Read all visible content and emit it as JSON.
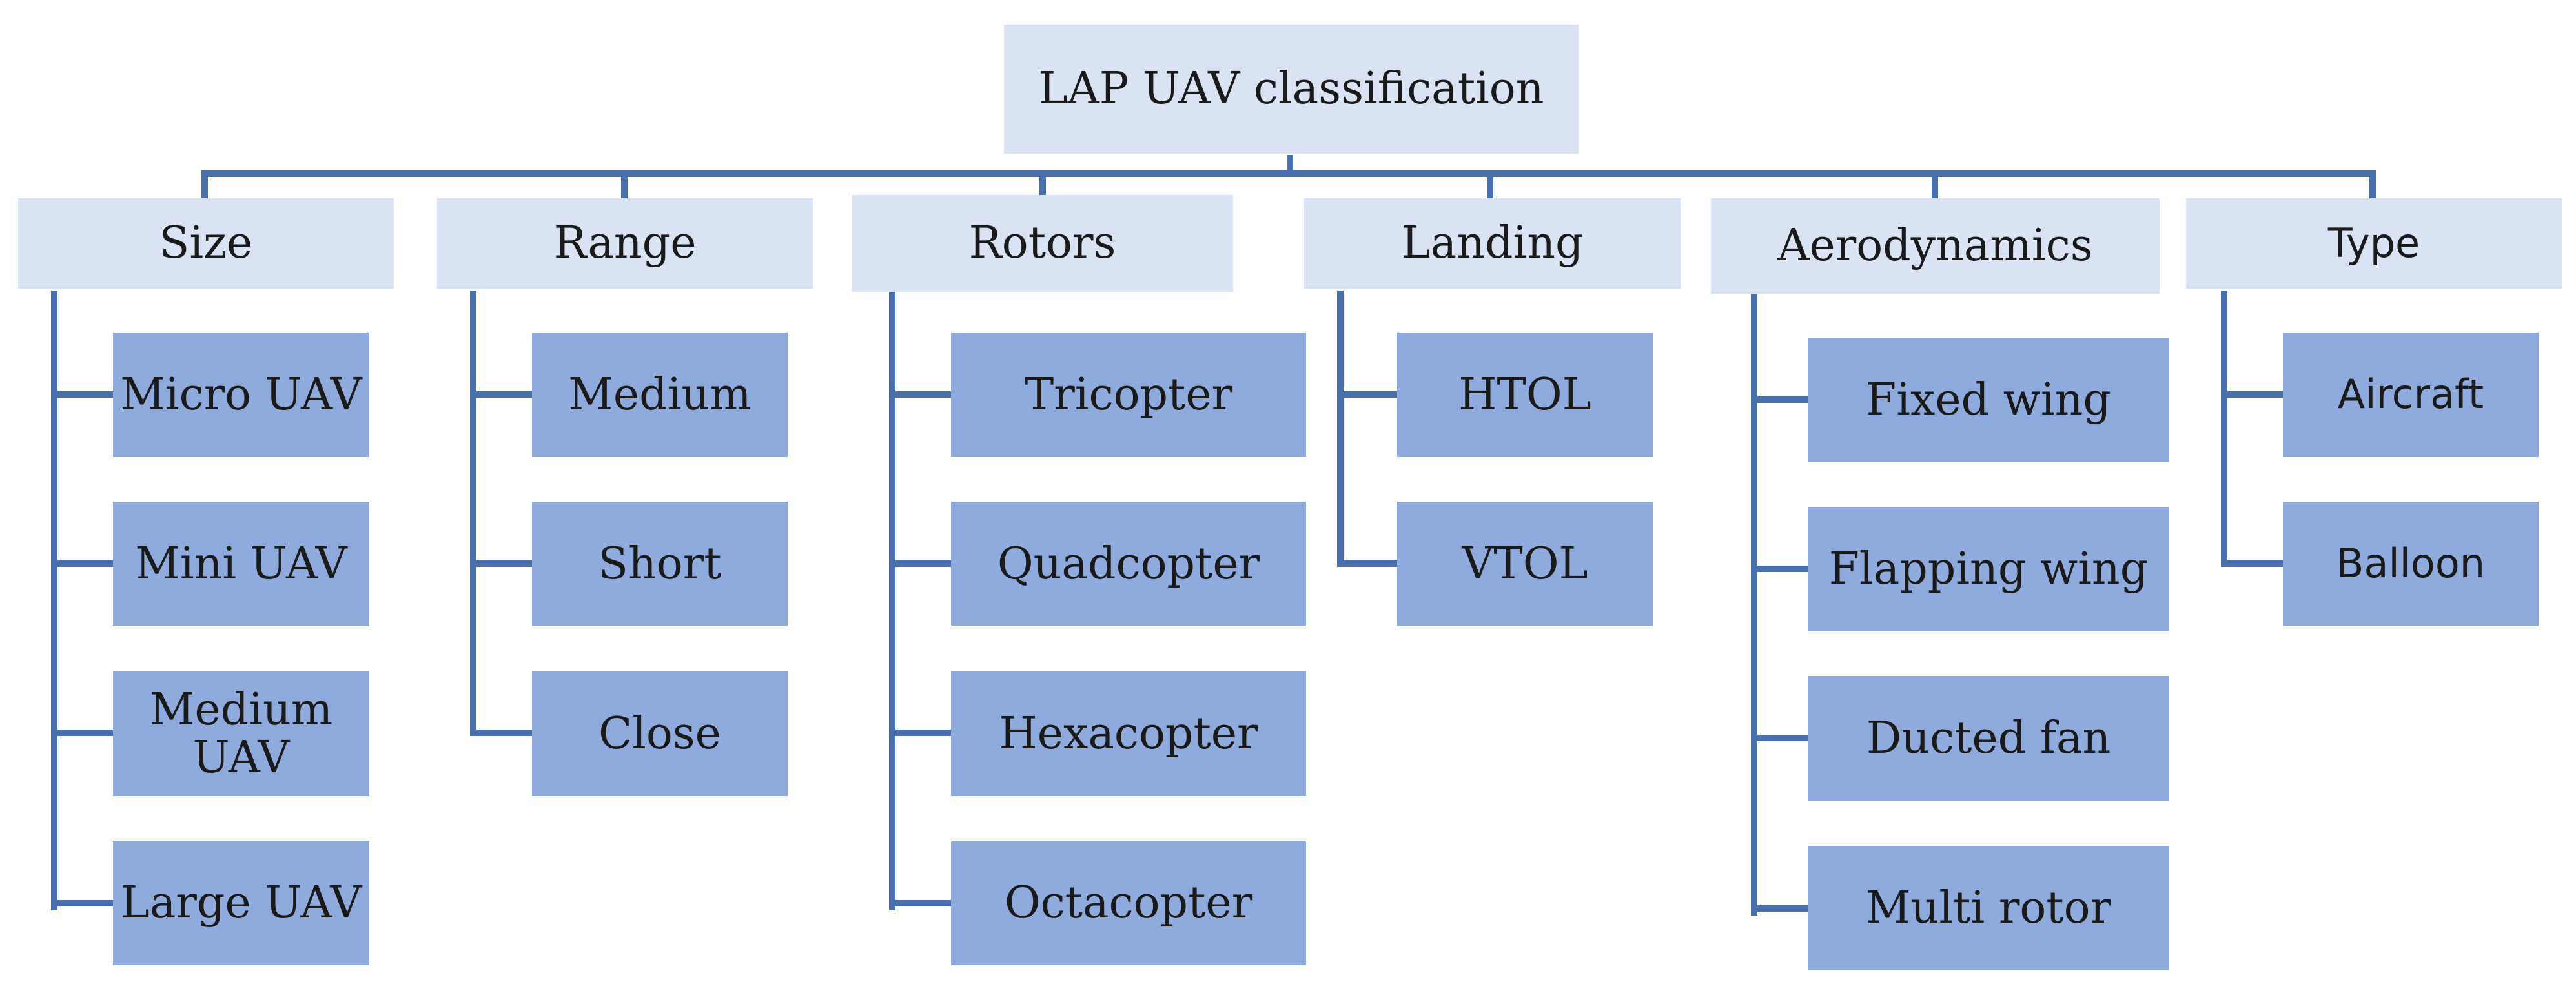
{
  "diagram": {
    "root": "LAP UAV classification",
    "categories": [
      {
        "label": "Size",
        "items": [
          "Micro UAV",
          "Mini UAV",
          "Medium UAV",
          "Large UAV"
        ]
      },
      {
        "label": "Range",
        "items": [
          "Medium",
          "Short",
          "Close"
        ]
      },
      {
        "label": "Rotors",
        "items": [
          "Tricopter",
          "Quadcopter",
          "Hexacopter",
          "Octacopter"
        ]
      },
      {
        "label": "Landing",
        "items": [
          "HTOL",
          "VTOL"
        ]
      },
      {
        "label": "Aerodynamics",
        "items": [
          "Fixed wing",
          "Flapping wing",
          "Ducted fan",
          "Multi rotor"
        ]
      },
      {
        "label": "Type",
        "items": [
          "Aircraft",
          "Balloon"
        ]
      }
    ],
    "colors": {
      "root_fill": "#dae3f3",
      "category_fill": "#dae3f3",
      "leaf_fill": "#8faadc",
      "connector": "#4a6fae",
      "text": "#1a1a1a"
    }
  }
}
